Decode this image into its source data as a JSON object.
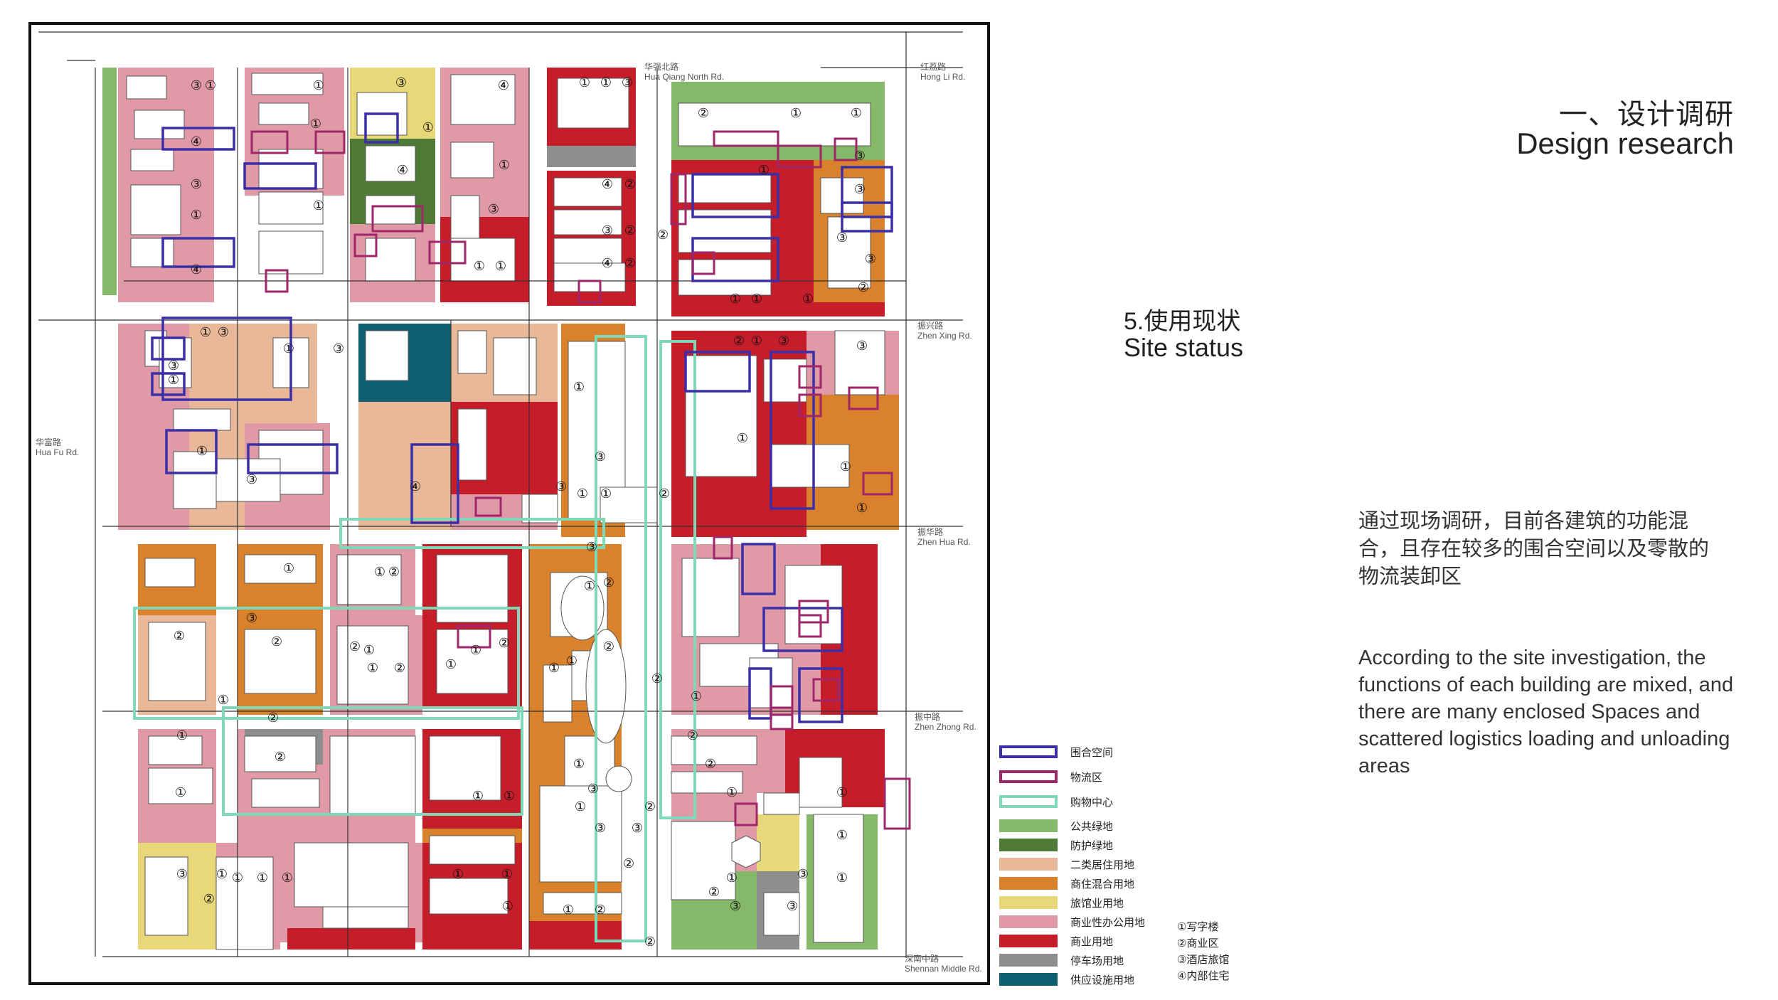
{
  "colors": {
    "enclosed_outline": "#3a2fa8",
    "logistics_outline": "#a0266a",
    "shopping_outline": "#7fd8b8",
    "public_green": "#86b86a",
    "protective_green": "#4f7a35",
    "residential": "#e8b898",
    "mixed_use": "#d9822b",
    "hotel": "#e8d87a",
    "office": "#e09aa6",
    "commercial": "#c61d2a",
    "parking": "#8e8e8e",
    "utility": "#0f5f72",
    "building": "#ffffff"
  },
  "header": {
    "title_cn": "一、设计调研",
    "title_en": "Design research"
  },
  "section": {
    "title_cn": "5.使用现状",
    "title_en": "Site status"
  },
  "description": {
    "cn": "通过现场调研，目前各建筑的功能混合，且存在较多的围合空间以及零散的物流装卸区",
    "en": "According to the site investigation, the functions of each building are mixed, and there are many enclosed Spaces and scattered logistics loading and unloading areas"
  },
  "legend": [
    {
      "label": "围合空间",
      "style": "outline",
      "color": "#3a2fa8"
    },
    {
      "label": "物流区",
      "style": "outline",
      "color": "#a0266a"
    },
    {
      "label": "购物中心",
      "style": "outline",
      "color": "#7fd8b8"
    },
    {
      "label": "公共绿地",
      "style": "fill",
      "color": "#86b86a"
    },
    {
      "label": "防护绿地",
      "style": "fill",
      "color": "#4f7a35"
    },
    {
      "label": "二类居住用地",
      "style": "fill",
      "color": "#e8b898"
    },
    {
      "label": "商住混合用地",
      "style": "fill",
      "color": "#d9822b"
    },
    {
      "label": "旅馆业用地",
      "style": "fill",
      "color": "#e8d87a"
    },
    {
      "label": "商业性办公用地",
      "style": "fill",
      "color": "#e09aa6"
    },
    {
      "label": "商业用地",
      "style": "fill",
      "color": "#c61d2a"
    },
    {
      "label": "停车场用地",
      "style": "fill",
      "color": "#8e8e8e"
    },
    {
      "label": "供应设施用地",
      "style": "fill",
      "color": "#0f5f72"
    }
  ],
  "building_codes": [
    "①写字楼",
    "②商业区",
    "③酒店旅馆",
    "④内部住宅"
  ],
  "streets": {
    "hua_qiang_north": {
      "cn": "华强北路",
      "en": "Hua Qiang North Rd."
    },
    "hong_li": {
      "cn": "红荔路",
      "en": "Hong Li Rd."
    },
    "zhen_xing": {
      "cn": "振兴路",
      "en": "Zhen Xing Rd."
    },
    "zhen_hua": {
      "cn": "振华路",
      "en": "Zhen Hua Rd."
    },
    "zhen_zhong": {
      "cn": "振中路",
      "en": "Zhen Zhong Rd."
    },
    "shennan_middle": {
      "cn": "深南中路",
      "en": "Shennan Middle Rd."
    },
    "hua_fu": {
      "cn": "华富路",
      "en": "Hua Fu Rd."
    }
  },
  "map_glyphs": [
    "①",
    "②",
    "③",
    "④"
  ]
}
